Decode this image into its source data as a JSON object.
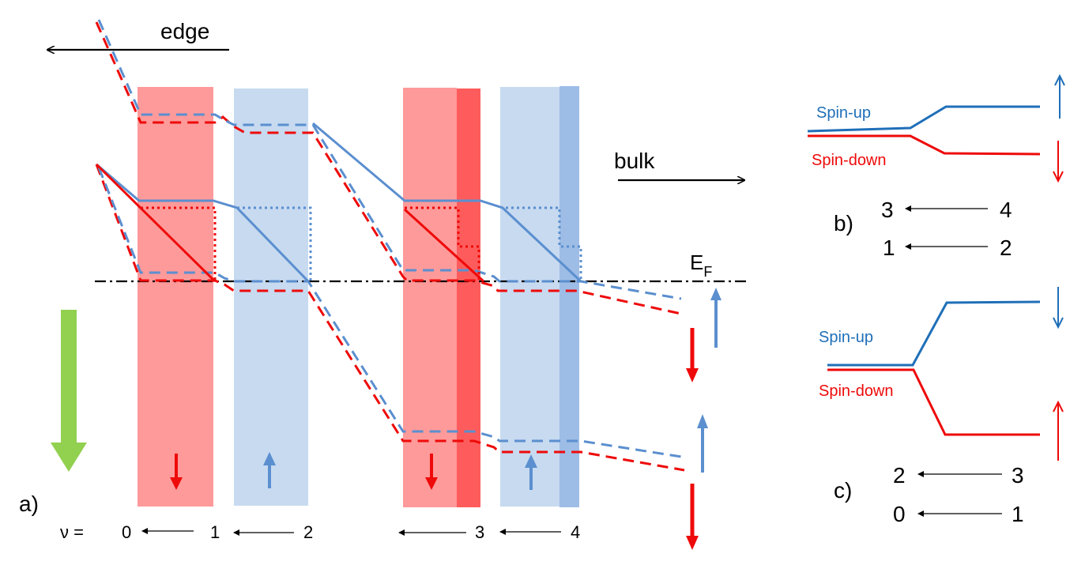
{
  "labels": {
    "edge": "edge",
    "bulk": "bulk",
    "fermi": "E",
    "fermi_sub": "F",
    "panel_a": "a)",
    "panel_b": "b)",
    "panel_c": "c)",
    "nu": "ν =",
    "b_spin_up": "Spin-up",
    "b_spin_down": "Spin-down",
    "c_spin_up": "Spin-up",
    "c_spin_down": "Spin-down"
  },
  "filling_factors": [
    "0",
    "1",
    "2",
    "3",
    "4"
  ],
  "panel_b_transitions": [
    {
      "to": "3",
      "from": "4"
    },
    {
      "to": "1",
      "from": "2"
    }
  ],
  "panel_c_transitions": [
    {
      "to": "2",
      "from": "3"
    },
    {
      "to": "0",
      "from": "1"
    }
  ],
  "colors": {
    "spin_up": "#1f6fb8",
    "spin_down": "#e41a1a",
    "blue_line": "#5b8fcf",
    "red_line": "#ee0a0a",
    "red_band": "#fe9a9a",
    "red_band_dark": "#fe5c5c",
    "blue_band": "#c7daf0",
    "blue_band_dark": "#9dbde6",
    "green_arrow": "#92d050",
    "black": "#000000"
  }
}
